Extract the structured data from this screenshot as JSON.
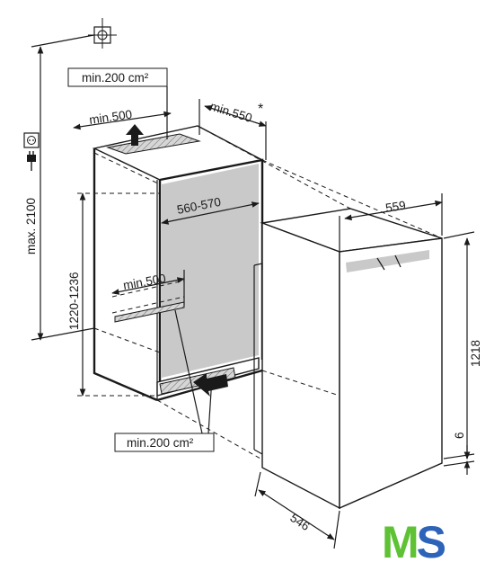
{
  "dimensions": {
    "vent_area_top": "min.200 cm²",
    "vent_width_top": "min.500",
    "depth_clearance": "min.550",
    "depth_clearance_mark": "*",
    "niche_depth": "560-570",
    "vent_width_bottom": "min.500",
    "niche_height": "1220-1236",
    "max_height": "max. 2100",
    "vent_area_bottom": "min.200 cm²",
    "appliance_width": "559",
    "appliance_height": "1218",
    "bottom_gap": "6",
    "appliance_depth": "546"
  },
  "icons": {
    "socket": "power-socket-icon",
    "plug": "power-plug-icon",
    "crosshair": "crosshair-icon"
  },
  "logo": {
    "text": "MS",
    "color_m": "#5ec234",
    "color_s": "#2d63b8"
  }
}
